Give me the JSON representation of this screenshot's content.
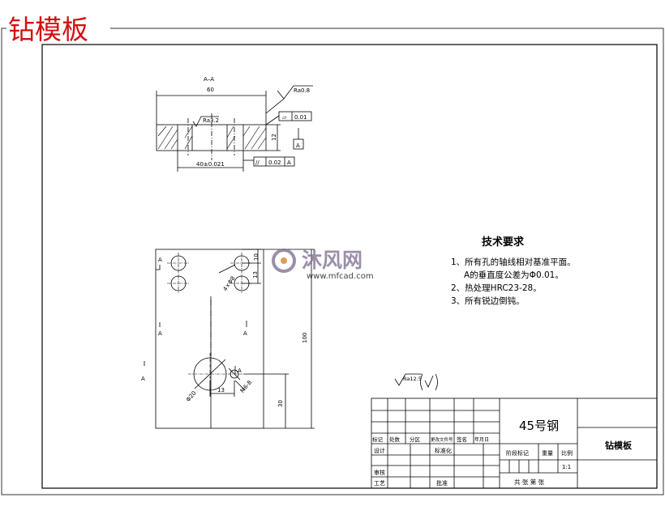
{
  "title": "钻模板",
  "watermark": {
    "brand": "沐风网",
    "url": "www.mfcad.com",
    "color": "#7a6a8c"
  },
  "section_view": {
    "label": "A–A",
    "width_dim": "60",
    "height_dim": "12",
    "bore_dim": "40±0.021",
    "roughness_top": "Ra0.8",
    "roughness_bore": "Ra3.2",
    "flatness_symbol": "▱",
    "flatness_tol": "0.01",
    "parallel_symbol": "//",
    "parallel_tol": "0.02",
    "parallel_datum": "A",
    "datum": "A"
  },
  "plan_view": {
    "dim_length": "100",
    "dim_30": "30",
    "dim_13a": "13",
    "dim_13b": "13",
    "dim_10": "10",
    "dim_dia20": "Φ20",
    "dim_4dia8": "4×Φ8",
    "dim_m6": "M6-8",
    "label_a1": "A",
    "label_a2": "A",
    "label_a3": "A",
    "label_a4": "A",
    "label_a5": "A"
  },
  "general_roughness": "Ra12.5",
  "tech_req": {
    "heading": "技术要求",
    "lines": [
      "1、所有孔的轴线相对基准平面。",
      "A的垂直度公差为Φ0.01。",
      "2、热处理HRC23-28。",
      "3、所有锐边倒钝。"
    ]
  },
  "title_block": {
    "material": "45号钢",
    "part_name": "钻模板",
    "rev_headers": [
      "标记",
      "处数",
      "分区",
      "更改文件号",
      "签名",
      "年月日"
    ],
    "design": "设计",
    "standardize": "标准化",
    "check": "审核",
    "process": "工艺",
    "approve": "批准",
    "stage_mark": "阶段标记",
    "weight": "重量",
    "scale_label": "比例",
    "scale_value": "1:1",
    "sheets": "共 张 第 张"
  }
}
